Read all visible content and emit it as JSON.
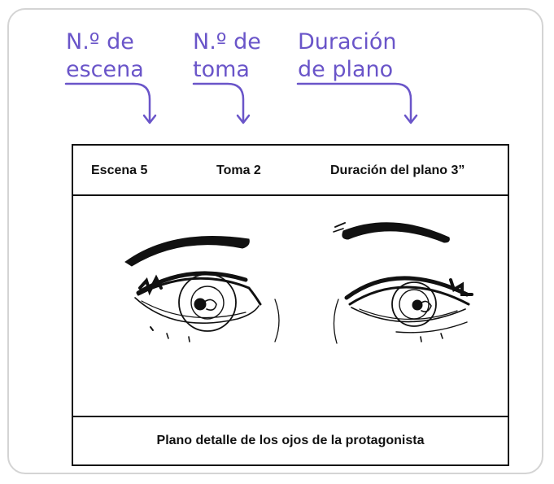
{
  "callouts": {
    "scene": {
      "line1": "N.º de",
      "line2": "escena"
    },
    "take": {
      "line1": "N.º de",
      "line2": "toma"
    },
    "duration": {
      "line1": "Duración",
      "line2": "de plano"
    }
  },
  "frame": {
    "scene_label": "Escena 5",
    "take_label": "Toma 2",
    "duration_label": "Duración del plano 3”",
    "caption": "Plano detalle de los ojos de la protagonista"
  },
  "colors": {
    "accent": "#6a55c9",
    "border": "#111111",
    "card_border": "#d4d4d4"
  },
  "icons": {
    "arrow": "curved-down-arrow-icon",
    "illustration": "eyes-illustration"
  }
}
